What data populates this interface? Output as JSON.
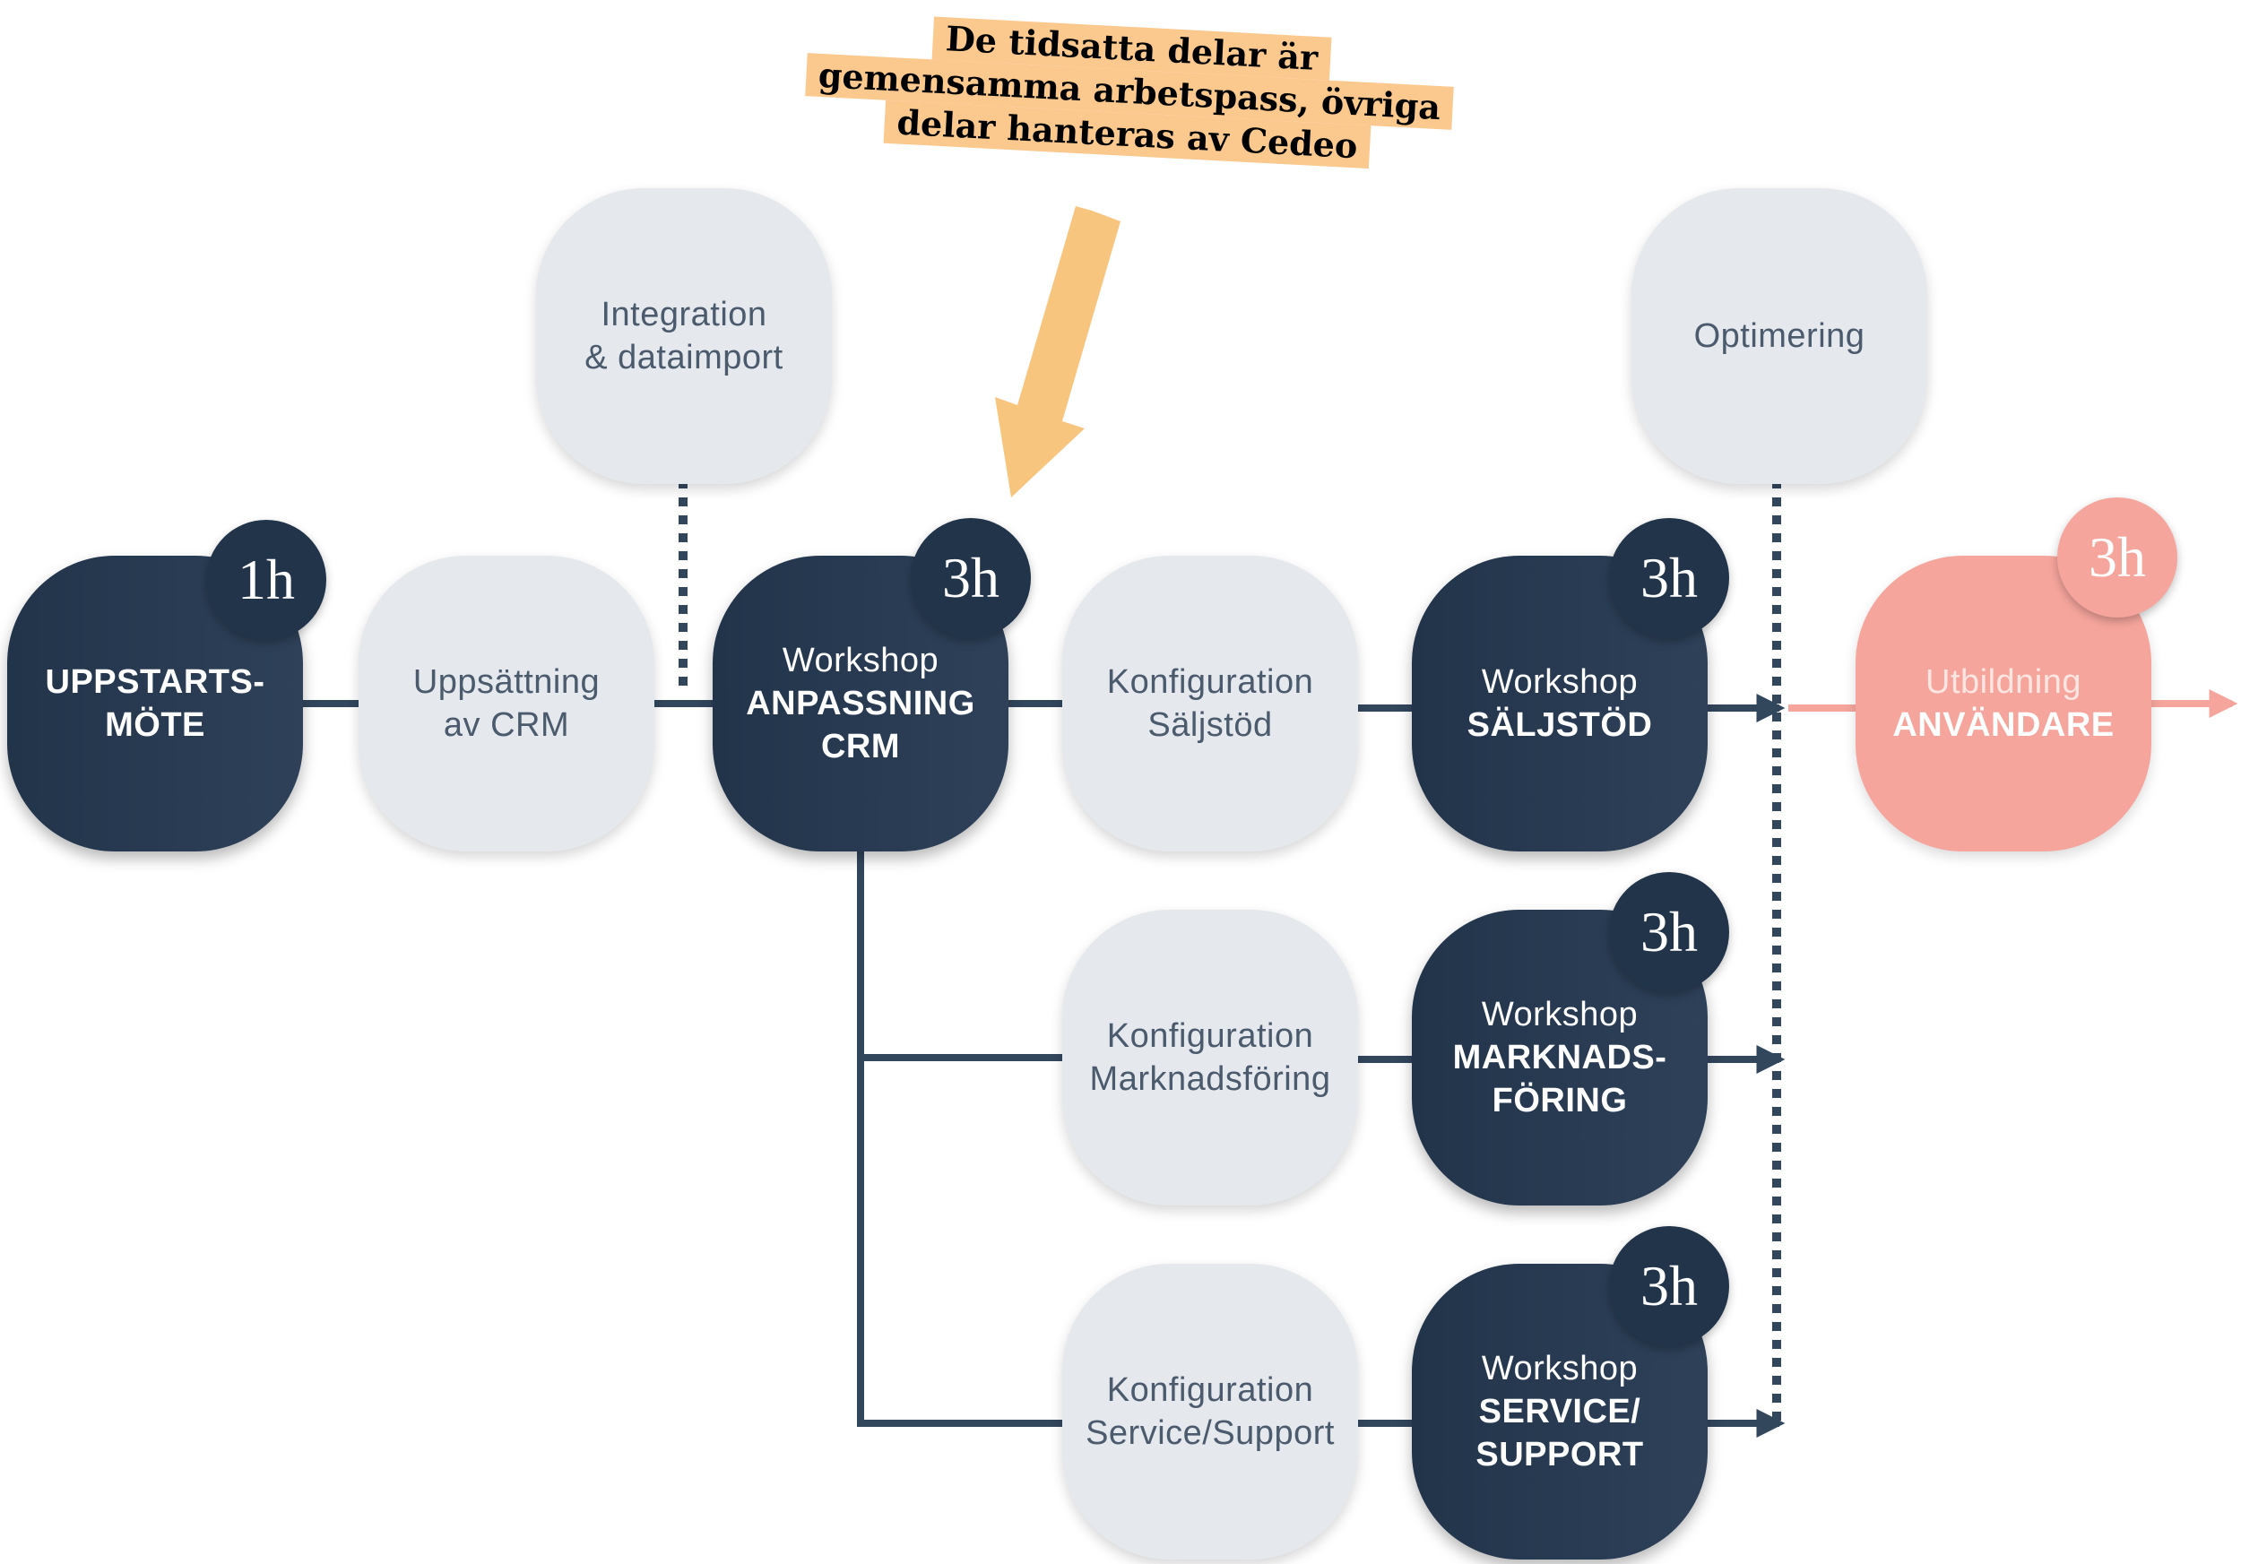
{
  "colors": {
    "dark": "#22344a",
    "light": "#e5e8ed",
    "light_text": "#4b5a6c",
    "accent_pink": "#f5a59c",
    "callout_bg": "#fbc88e",
    "callout_arrow": "#f8c57f",
    "connector": "#32465c"
  },
  "callout": {
    "lines": [
      "De tidsatta delar är",
      "gemensamma arbetspass, övriga",
      "delar hanteras av Cedeo"
    ]
  },
  "nodes": [
    {
      "id": "uppstart",
      "style": "dark",
      "line1": "",
      "line2": "UPPSTARTS-",
      "line3": "MÖTE",
      "badge": "1h"
    },
    {
      "id": "uppsattning",
      "style": "light",
      "line1": "Uppsättning",
      "line2": "av CRM",
      "badge": ""
    },
    {
      "id": "integration",
      "style": "light",
      "line1": "Integration",
      "line2": "& dataimport",
      "badge": ""
    },
    {
      "id": "ws-anpassning",
      "style": "dark",
      "line1": "Workshop",
      "line2": "ANPASSNING",
      "line3": "CRM",
      "badge": "3h"
    },
    {
      "id": "konf-saljstod",
      "style": "light",
      "line1": "Konfiguration",
      "line2": "Säljstöd",
      "badge": ""
    },
    {
      "id": "ws-saljstod",
      "style": "dark",
      "line1": "Workshop",
      "line2": "SÄLJSTÖD",
      "badge": "3h"
    },
    {
      "id": "optimering",
      "style": "light",
      "line1": "Optimering",
      "badge": ""
    },
    {
      "id": "utbildning",
      "style": "pink",
      "line1": "Utbildning",
      "line2": "ANVÄNDARE",
      "badge": "3h"
    },
    {
      "id": "konf-marknad",
      "style": "light",
      "line1": "Konfiguration",
      "line2": "Marknadsföring",
      "badge": ""
    },
    {
      "id": "ws-marknad",
      "style": "dark",
      "line1": "Workshop",
      "line2": "MARKNADS-",
      "line3": "FÖRING",
      "badge": "3h"
    },
    {
      "id": "konf-service",
      "style": "light",
      "line1": "Konfiguration",
      "line2": "Service/Support",
      "badge": ""
    },
    {
      "id": "ws-service",
      "style": "dark",
      "line1": "Workshop",
      "line2": "SERVICE/",
      "line3": "SUPPORT",
      "badge": "3h"
    }
  ]
}
